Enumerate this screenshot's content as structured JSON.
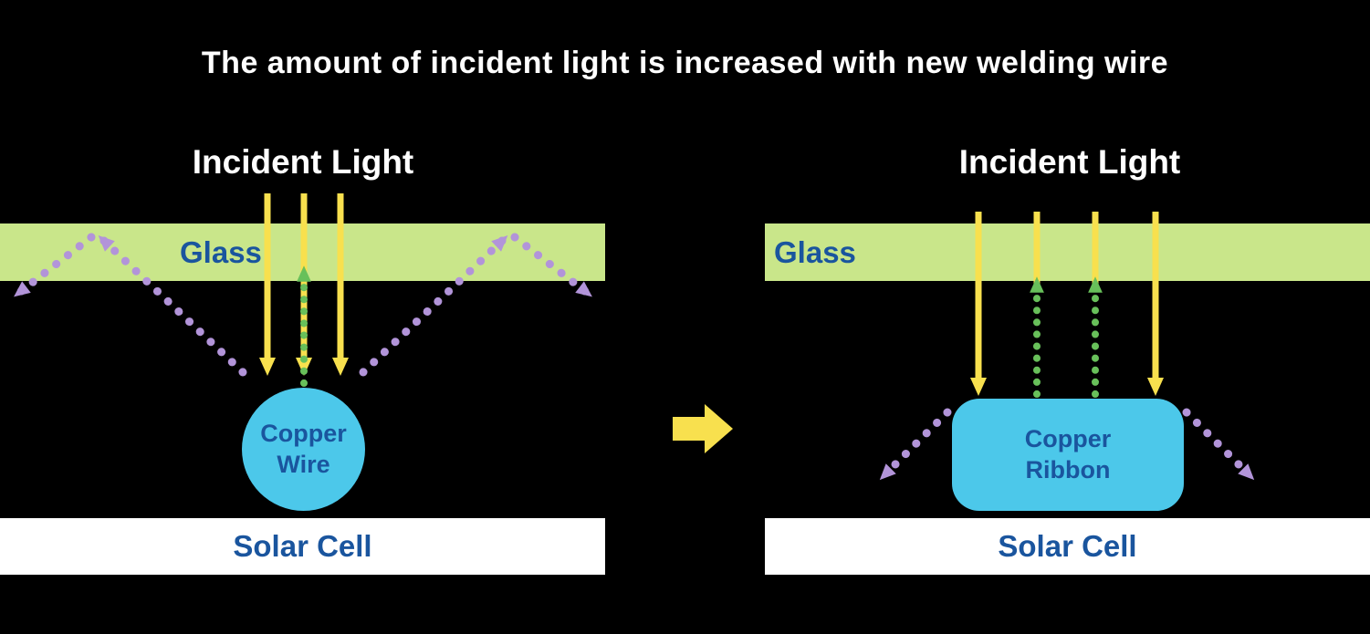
{
  "title": "The amount of incident light is increased with new welding wire",
  "colors": {
    "background": "#000000",
    "glass_green": "#c9e68a",
    "label_blue": "#1a559e",
    "ray_yellow": "#f8e04e",
    "ray_green": "#68c05a",
    "ray_purple": "#b294d9",
    "component_cyan": "#4cc8ea",
    "solar_cell_white": "#ffffff",
    "title_white": "#ffffff"
  },
  "panels": {
    "before": {
      "incident_light_label": "Incident Light",
      "glass_label": "Glass",
      "component_label": "Copper Wire",
      "solar_cell_label": "Solar Cell"
    },
    "after": {
      "incident_light_label": "Incident Light",
      "glass_label": "Glass",
      "component_label": "Copper Ribbon",
      "solar_cell_label": "Solar Cell"
    }
  }
}
